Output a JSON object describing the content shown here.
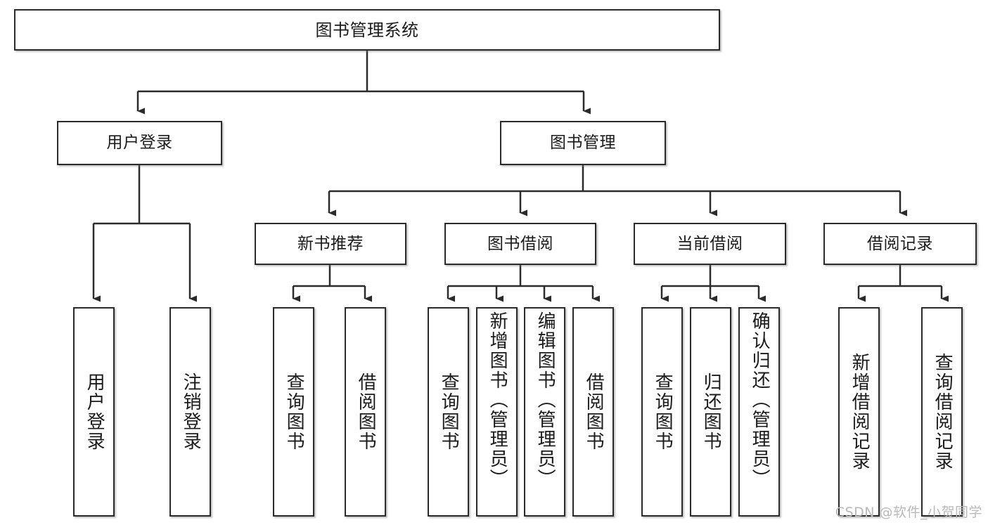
{
  "diagram": {
    "title": "图书管理系统",
    "type": "tree-hierarchy-chart",
    "watermark": "CSDN @软件_小贺同学",
    "colors": {
      "background": "#ffffff",
      "box_border": "#2b2b2b",
      "box_fill": "#ffffff",
      "edge": "#2b2b2b",
      "text": "#1b1b1b",
      "watermark": "#b9b9b9"
    },
    "levels": {
      "root": {
        "label": "图书管理系统"
      },
      "level2": [
        {
          "label": "用户登录"
        },
        {
          "label": "图书管理"
        }
      ],
      "level3": [
        {
          "label": "新书推荐"
        },
        {
          "label": "图书借阅"
        },
        {
          "label": "当前借阅"
        },
        {
          "label": "借阅记录"
        }
      ],
      "leaves": [
        {
          "label": "用户登录",
          "parent": "用户登录"
        },
        {
          "label": "注销登录",
          "parent": "用户登录"
        },
        {
          "label": "查询图书",
          "parent": "新书推荐"
        },
        {
          "label": "借阅图书",
          "parent": "新书推荐"
        },
        {
          "label": "查询图书",
          "parent": "图书借阅"
        },
        {
          "label": "新增图书（管理员）",
          "parent": "图书借阅"
        },
        {
          "label": "编辑图书（管理员）",
          "parent": "图书借阅"
        },
        {
          "label": "借阅图书",
          "parent": "图书借阅"
        },
        {
          "label": "查询图书",
          "parent": "当前借阅"
        },
        {
          "label": "归还图书",
          "parent": "当前借阅"
        },
        {
          "label": "确认归还（管理员）",
          "parent": "当前借阅"
        },
        {
          "label": "新增借阅记录",
          "parent": "借阅记录"
        },
        {
          "label": "查询借阅记录",
          "parent": "借阅记录"
        }
      ]
    }
  }
}
